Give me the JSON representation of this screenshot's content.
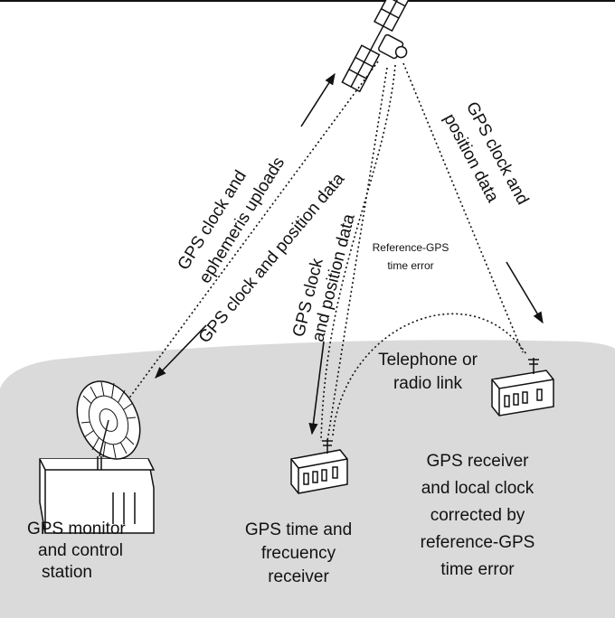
{
  "diagram": {
    "labels": {
      "uploads": [
        "GPS clock and",
        "ephemeris uploads"
      ],
      "clock_position_monitor": "GPS clock and position data",
      "clock_position_receiver": [
        "GPS clock",
        "and position data"
      ],
      "clock_position_right": [
        "GPS clock and",
        "position data"
      ],
      "reference_error": [
        "Reference-GPS",
        "time error"
      ],
      "telephone_link": [
        "Telephone or",
        "radio link"
      ],
      "monitor_station": [
        "GPS monitor",
        "and control",
        "station"
      ],
      "time_receiver": [
        "GPS time and",
        "frecuency",
        "receiver"
      ],
      "gps_receiver_local": [
        "GPS receiver",
        "and local clock",
        "corrected by",
        "reference-GPS",
        "time error"
      ]
    },
    "colors": {
      "ground": "#dadada",
      "line": "#111111",
      "background": "#ffffff"
    }
  }
}
